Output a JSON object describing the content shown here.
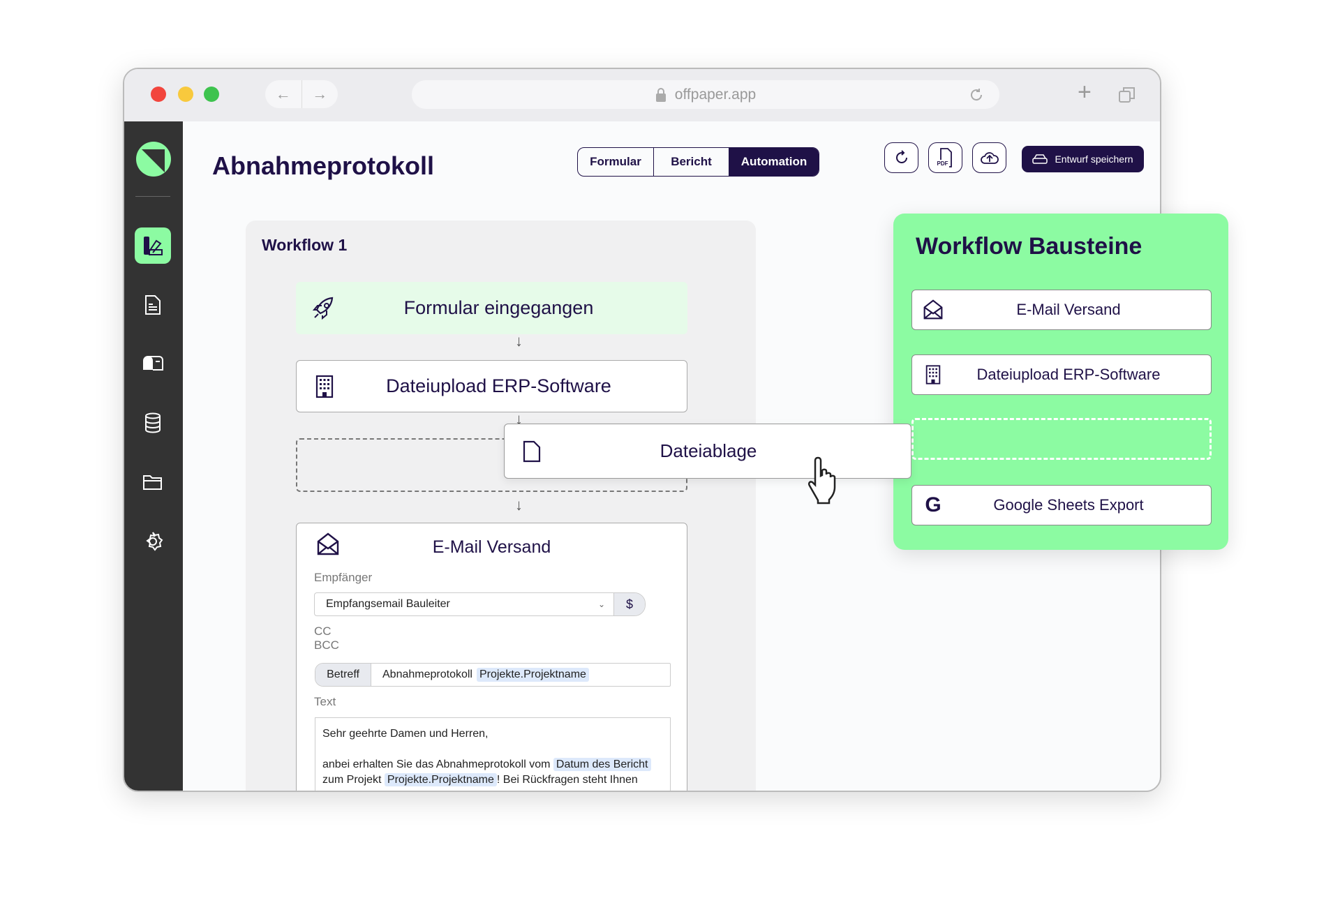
{
  "browser": {
    "url": "offpaper.app",
    "back_icon": "arrow-left-icon",
    "forward_icon": "arrow-right-icon",
    "lock_icon": "lock-icon",
    "reload_icon": "reload-icon",
    "new_tab_icon": "plus-icon",
    "tabs_icon": "copy-icon"
  },
  "colors": {
    "brand_dark": "#1f1147",
    "accent_green": "#8cfba2",
    "sidebar": "#333333",
    "light_green": "#e6fbe9"
  },
  "sidebar": {
    "items": [
      {
        "icon": "swatch-icon",
        "active": true
      },
      {
        "icon": "document-icon"
      },
      {
        "icon": "mailbox-icon"
      },
      {
        "icon": "database-icon"
      },
      {
        "icon": "folder-icon"
      },
      {
        "icon": "gear-icon"
      }
    ]
  },
  "header": {
    "title": "Abnahmeprotokoll",
    "tabs": [
      "Formular",
      "Bericht",
      "Automation"
    ],
    "active_tab": "Automation",
    "save_label": "Entwurf speichern",
    "pdf_label": "PDF"
  },
  "workflow": {
    "title": "Workflow 1",
    "trigger": "Formular eingegangen",
    "step_erp": "Dateiupload ERP-Software",
    "dragged": "Dateiablage",
    "email": {
      "title": "E-Mail Versand",
      "recipient_label": "Empfänger",
      "recipient_value": "Empfangsemail Bauleiter",
      "var_button": "$",
      "cc": "CC",
      "bcc": "BCC",
      "subject_label": "Betreff",
      "subject_text": "Abnahmeprotokoll",
      "subject_var": "Projekte.Projektname",
      "text_label": "Text",
      "body_line1": "Sehr geehrte Damen und Herren,",
      "body_line2a": "anbei erhalten Sie das Abnahmeprotokoll vom",
      "body_var1": "Datum des Bericht",
      "body_line3a": "zum Projekt",
      "body_var2": "Projekte.Projektname",
      "body_line3b": "! Bei Rückfragen steht Ihnen"
    }
  },
  "bausteine": {
    "title": "Workflow Bausteine",
    "items": [
      "E-Mail Versand",
      "Dateiupload ERP-Software",
      "Google Sheets Export"
    ],
    "google_glyph": "G"
  }
}
